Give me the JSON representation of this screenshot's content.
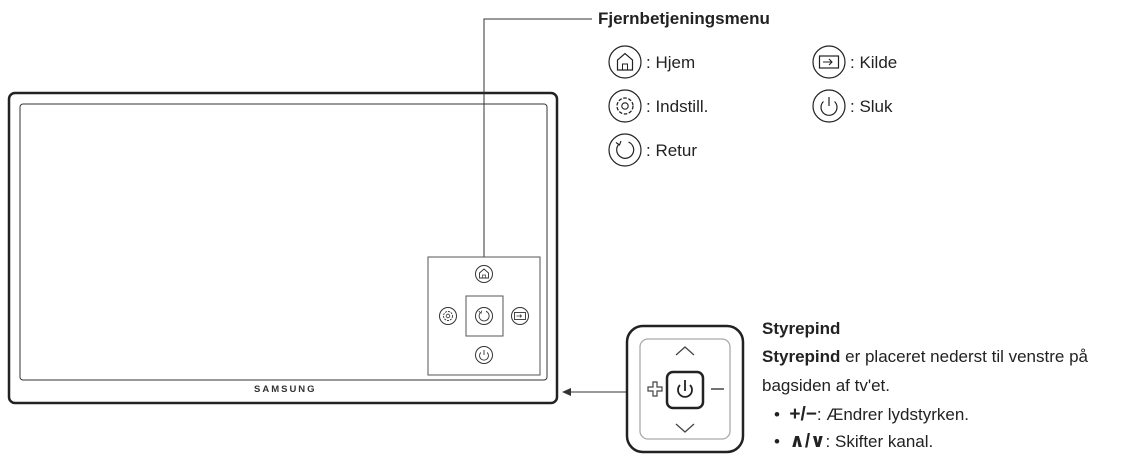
{
  "tv": {
    "brand": "SAMSUNG"
  },
  "remote_menu": {
    "title": "Fjernbetjeningsmenu",
    "items": [
      {
        "icon": "home-icon",
        "label": ": Hjem"
      },
      {
        "icon": "source-icon",
        "label": ": Kilde"
      },
      {
        "icon": "settings-icon",
        "label": ": Indstill."
      },
      {
        "icon": "power-icon",
        "label": ": Sluk"
      },
      {
        "icon": "return-icon",
        "label": ": Retur"
      }
    ]
  },
  "joystick": {
    "title": "Styrepind",
    "desc_bold": "Styrepind",
    "desc_rest": " er placeret nederst til venstre på",
    "desc_line2": "bagsiden af tv'et.",
    "bullets": [
      {
        "symbol": "+/−",
        "text": ": Ændrer lydstyrken."
      },
      {
        "symbol": "∧/∨",
        "text": ": Skifter kanal."
      }
    ]
  }
}
